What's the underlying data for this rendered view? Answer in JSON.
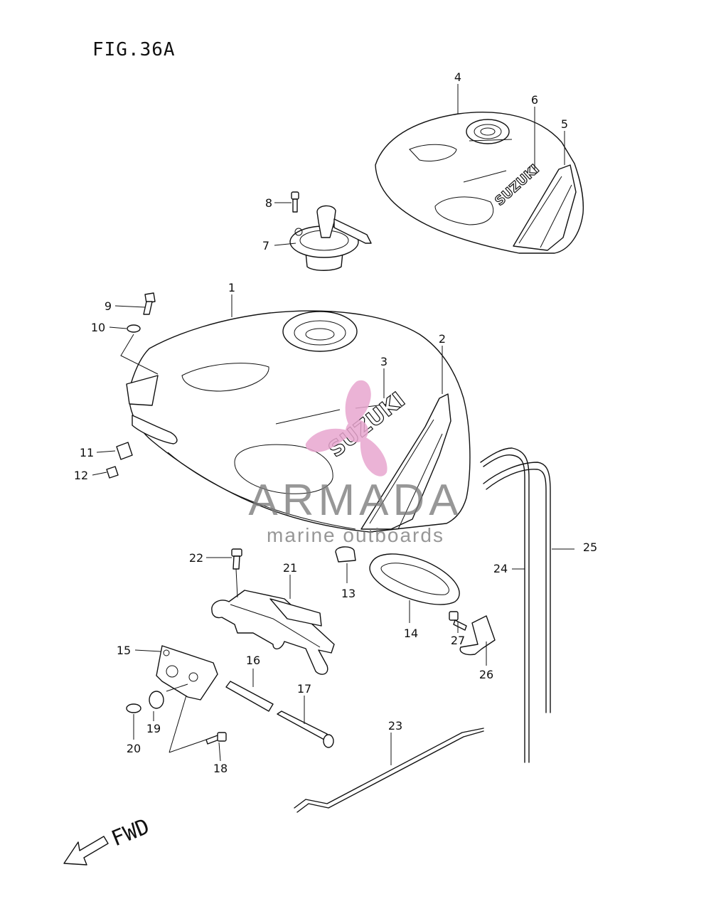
{
  "figure": {
    "title": "FIG.36A",
    "direction_label": "FWD"
  },
  "tank_brand": {
    "main": "SUZUKI",
    "cover": "SUZUKI"
  },
  "callouts": [
    {
      "id": "c1",
      "label": "1"
    },
    {
      "id": "c2",
      "label": "2"
    },
    {
      "id": "c3",
      "label": "3"
    },
    {
      "id": "c4",
      "label": "4"
    },
    {
      "id": "c5",
      "label": "5"
    },
    {
      "id": "c6",
      "label": "6"
    },
    {
      "id": "c7",
      "label": "7"
    },
    {
      "id": "c8",
      "label": "8"
    },
    {
      "id": "c9",
      "label": "9"
    },
    {
      "id": "c10",
      "label": "10"
    },
    {
      "id": "c11",
      "label": "11"
    },
    {
      "id": "c12",
      "label": "12"
    },
    {
      "id": "c13",
      "label": "13"
    },
    {
      "id": "c14",
      "label": "14"
    },
    {
      "id": "c15",
      "label": "15"
    },
    {
      "id": "c16",
      "label": "16"
    },
    {
      "id": "c17",
      "label": "17"
    },
    {
      "id": "c18",
      "label": "18"
    },
    {
      "id": "c19",
      "label": "19"
    },
    {
      "id": "c20",
      "label": "20"
    },
    {
      "id": "c21",
      "label": "21"
    },
    {
      "id": "c22",
      "label": "22"
    },
    {
      "id": "c23",
      "label": "23"
    },
    {
      "id": "c24",
      "label": "24"
    },
    {
      "id": "c25",
      "label": "25"
    },
    {
      "id": "c26",
      "label": "26"
    },
    {
      "id": "c27",
      "label": "27"
    }
  ],
  "watermark": {
    "brand": "ARMADA",
    "tagline": "marine outboards",
    "logo_color": "#e8a6cf",
    "text_color": "#7a7a7a"
  }
}
